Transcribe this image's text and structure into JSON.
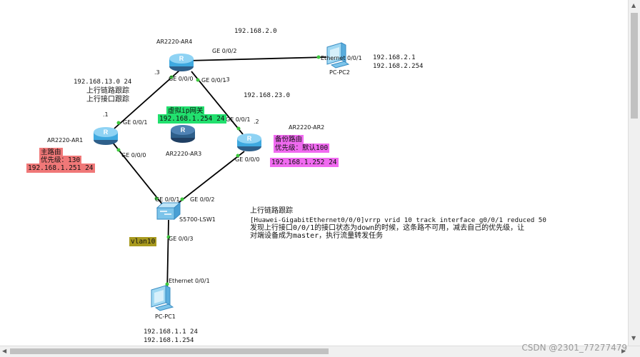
{
  "devices": {
    "ar4": {
      "name": "AR2220-AR4"
    },
    "ar1": {
      "name": "AR2220-AR1"
    },
    "ar2": {
      "name": "AR2220-AR2"
    },
    "ar3": {
      "name": "AR2220-AR3"
    },
    "lsw1": {
      "name": "S5700-LSW1"
    },
    "pc2": {
      "name": "PC-PC2"
    },
    "pc1": {
      "name": "PC-PC1"
    }
  },
  "ports": {
    "ar4_g002": "GE 0/0/2",
    "ar4_g000": "GE 0/0/0",
    "ar4_g001": "GE 0/0/1",
    "pc2_eth": "Ethernet 0/0/1",
    "ar1_g001": "GE 0/0/1",
    "ar1_g000": "GE 0/0/0",
    "ar2_g001": "GE 0/0/1",
    "ar2_g000": "GE 0/0/0",
    "lsw_g001": "GE 0/0/1",
    "lsw_g002": "GE 0/0/2",
    "lsw_g003": "GE 0/0/3",
    "pc1_eth": "Ethernet 0/0/1"
  },
  "labels": {
    "net_2_0": "192.168.2.0",
    "pc2_ip": "192.168.2.1",
    "pc2_gw": "192.168.2.254",
    "net_13": "192.168.13.0 24",
    "uplink_track": "上行链路跟踪",
    "uplink_iface": "上行接口跟踪",
    "net_23": "192.168.23.0",
    "dot3_left": ".3",
    "dot3_right": ".3",
    "dot1": ".1",
    "dot2": ".2",
    "pc1_ip": "192.168.1.1 24",
    "pc1_gw": "192.168.1.254"
  },
  "tags": {
    "virtual_title": "虚拟ip网关",
    "virtual_ip": "192.168.1.254 24",
    "master_title": "主路由",
    "master_prio": "优先级：130",
    "master_ip": "192.168.1.251 24",
    "backup_title": "备份路由",
    "backup_prio": "优先级：默认100",
    "backup_ip": "192.168.1.252 24",
    "vlan": "vlan10"
  },
  "note": {
    "title": "上行链路跟踪",
    "line1": "[Huawei-GigabitEthernet0/0/0]vrrp vrid 10 track interface g0/0/1 reduced 50",
    "line2": "发现上行接口0/0/1的接口状态为down的时候，这条路不可用，减去自己的优先级，让",
    "line3": "对端设备成为master，执行流量转发任务"
  },
  "colors": {
    "link": "#000000",
    "port_dot": "#3cc83c",
    "router_body": "#3fa9e0",
    "router_dark": "#2e5f8a",
    "virtual_bg": "#22e06e",
    "master_bg": "#f07878",
    "backup_bg": "#f06af0",
    "vlan_bg": "#a89a1e"
  },
  "watermark": "CSDN @2301_77277479"
}
